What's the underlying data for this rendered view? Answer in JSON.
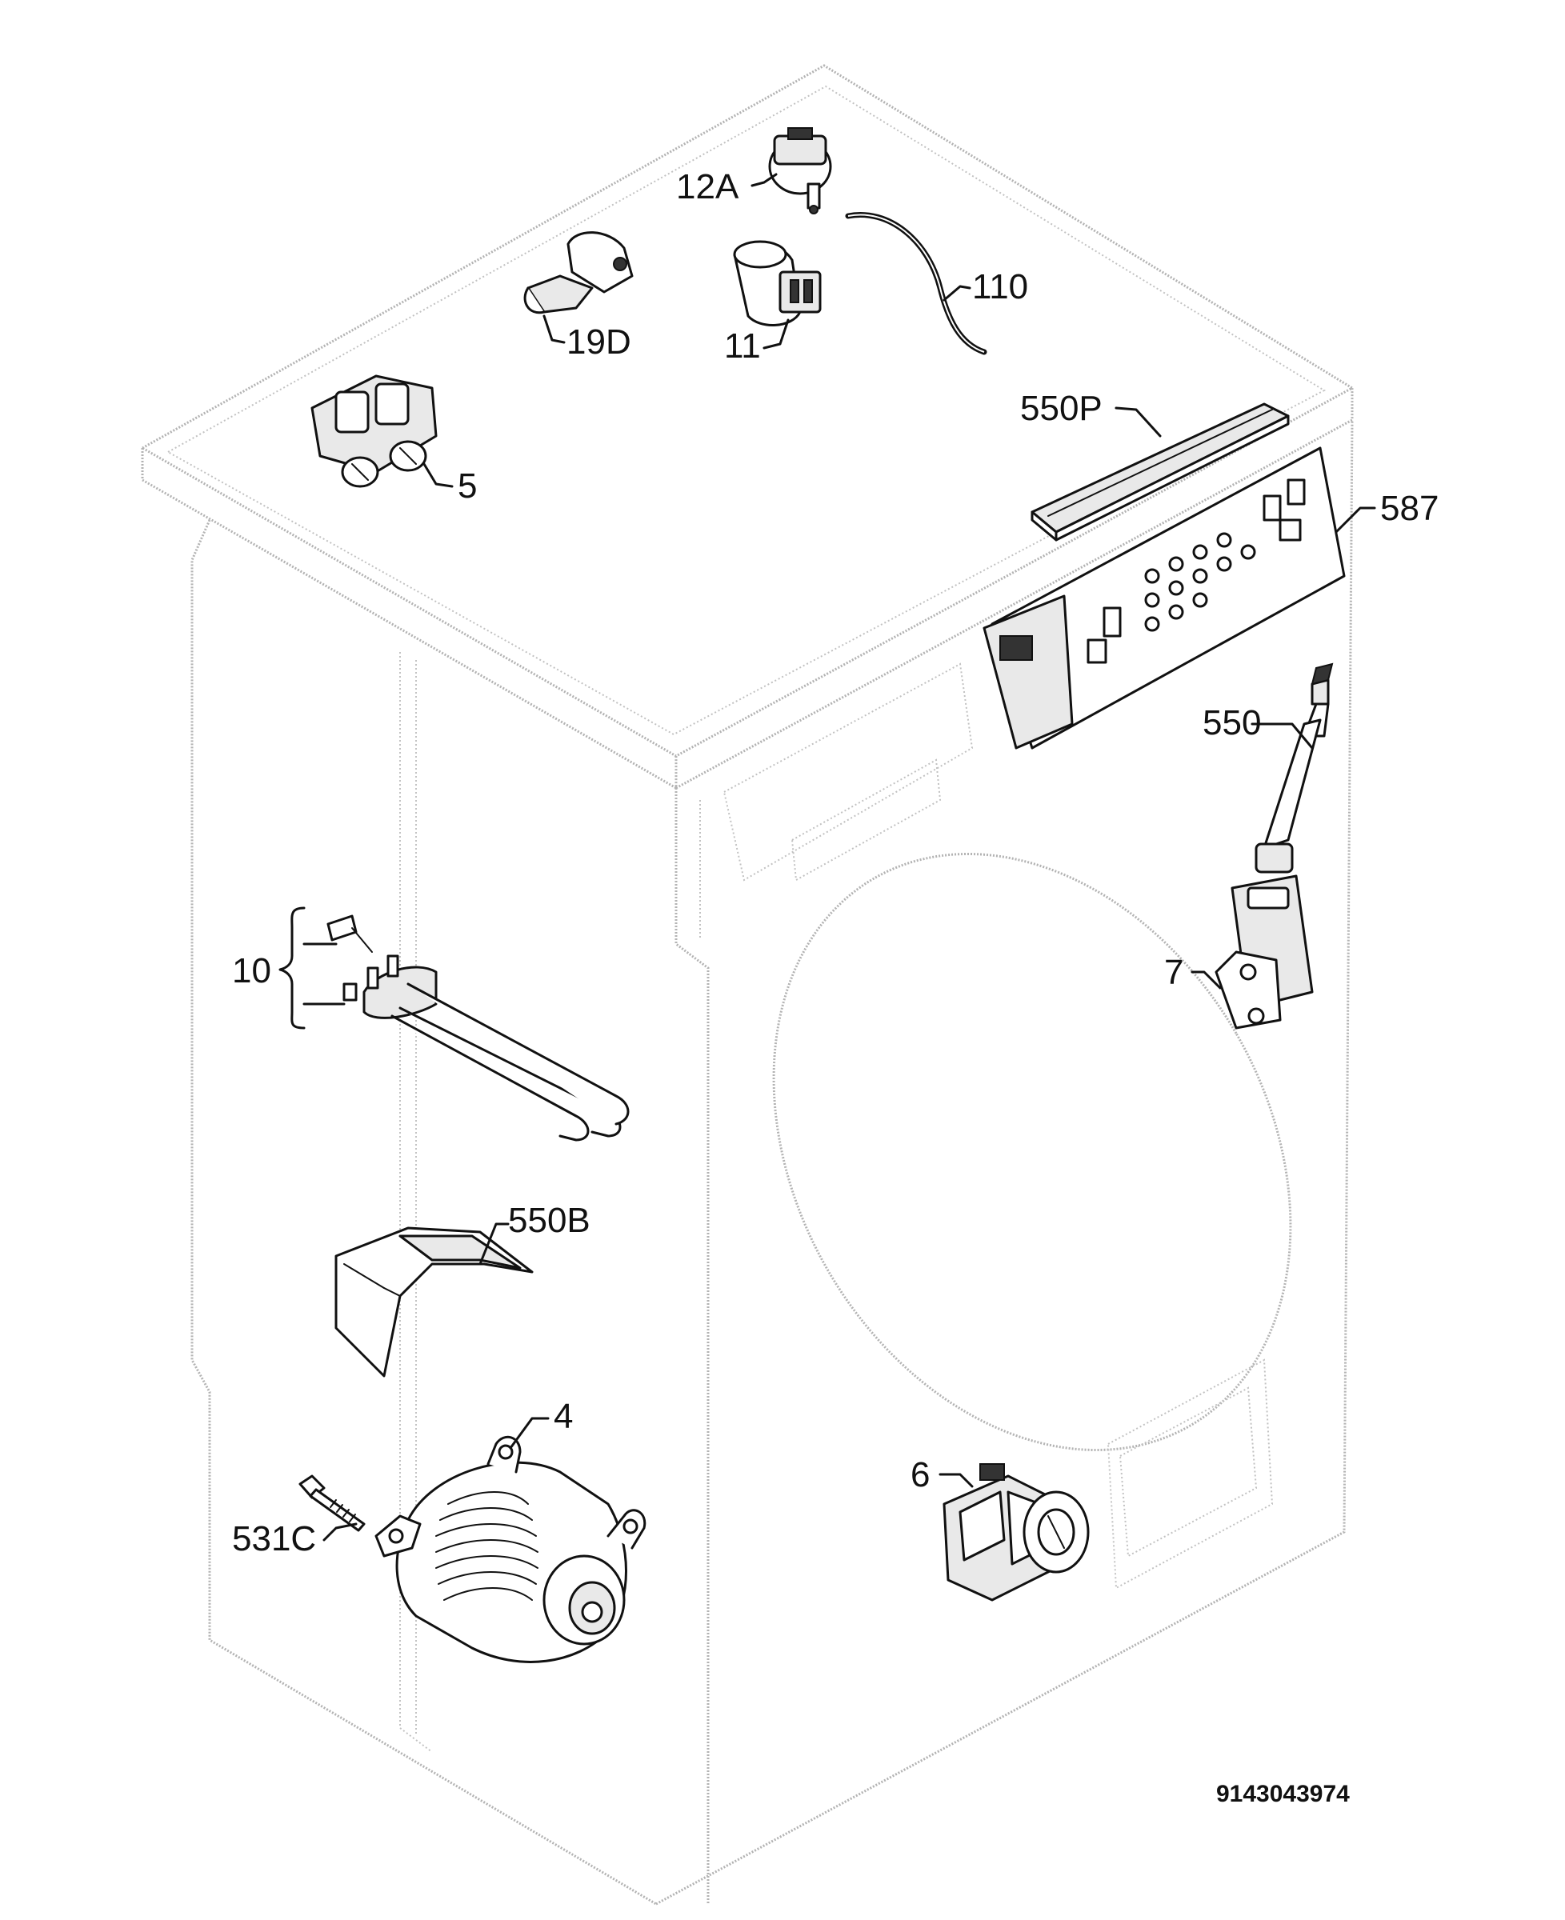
{
  "labels": {
    "p12A": "12A",
    "p110": "110",
    "p19D": "19D",
    "p11": "11",
    "p5": "5",
    "p550P": "550P",
    "p587": "587",
    "p550": "550",
    "p7": "7",
    "p10": "10",
    "p550B": "550B",
    "p4": "4",
    "p531C": "531C",
    "p6": "6"
  },
  "diagram_code": "9143043974"
}
